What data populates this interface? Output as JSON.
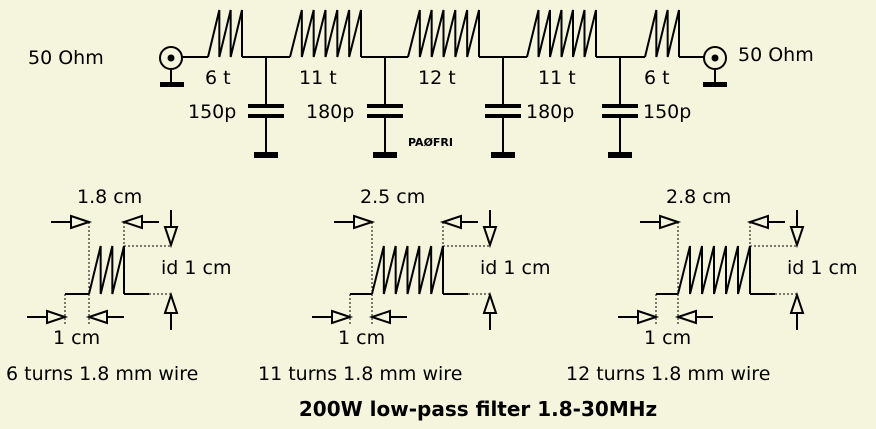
{
  "title": "200W low-pass filter 1.8-30MHz",
  "signature": "PAØFRI",
  "colors": {
    "background": "#f5f4dc",
    "ink": "#000000"
  },
  "schematic": {
    "port_in": "50 Ohm",
    "port_out": "50 Ohm",
    "inductors": [
      {
        "label": "6 t",
        "turns": 6
      },
      {
        "label": "11 t",
        "turns": 11
      },
      {
        "label": "12 t",
        "turns": 12
      },
      {
        "label": "11 t",
        "turns": 11
      },
      {
        "label": "6 t",
        "turns": 6
      }
    ],
    "capacitors": [
      {
        "label": "150p"
      },
      {
        "label": "180p"
      },
      {
        "label": "180p"
      },
      {
        "label": "150p"
      }
    ]
  },
  "coils": [
    {
      "length": "1.8 cm",
      "lead": "1 cm",
      "diameter": "id 1 cm",
      "caption": "6 turns 1.8 mm wire",
      "turns": 6
    },
    {
      "length": "2.5 cm",
      "lead": "1 cm",
      "diameter": "id 1 cm",
      "caption": "11 turns 1.8 mm wire",
      "turns": 11
    },
    {
      "length": "2.8 cm",
      "lead": "1 cm",
      "diameter": "id 1 cm",
      "caption": "12 turns 1.8 mm wire",
      "turns": 12
    }
  ]
}
